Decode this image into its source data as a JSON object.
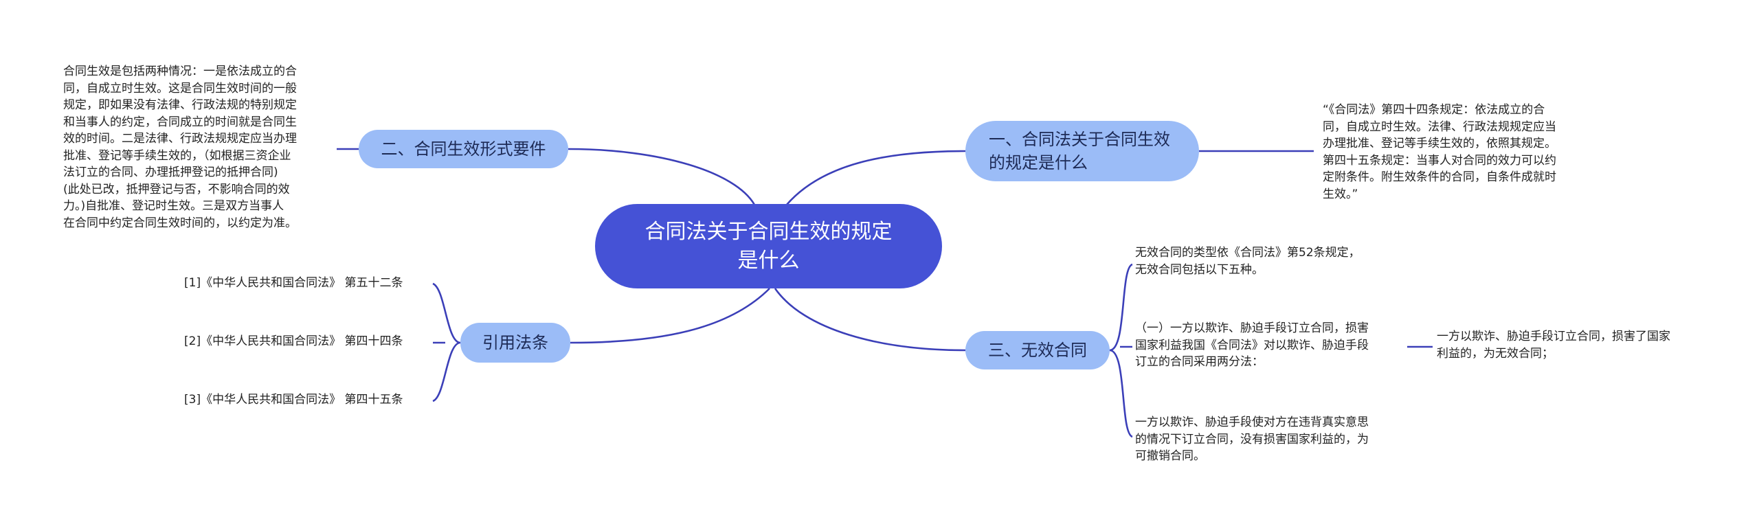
{
  "root": {
    "title": "合同法关于合同生效的规定是什么"
  },
  "branches": {
    "contract_rule": {
      "label": "一、合同法关于合同生效的规定是什么",
      "detail": "“《合同法》第四十四条规定：依法成立的合\n同，自成立时生效。法律、行政法规规定应当\n办理批准、登记等手续生效的，依照其规定。\n第四十五条规定：当事人对合同的效力可以约\n定附条件。附生效条件的合同，自条件成就时\n生效。”"
    },
    "form": {
      "label": "二、合同生效形式要件",
      "detail": "合同生效是包括两种情况：一是依法成立的合\n同，自成立时生效。这是合同生效时间的一般\n规定，即如果没有法律、行政法规的特别规定\n和当事人的约定，合同成立的时间就是合同生\n效的时间。二是法律、行政法规规定应当办理\n批准、登记等手续生效的，（如根据三资企业\n法订立的合同、办理抵押登记的抵押合同)\n(此处已改，抵押登记与否，不影响合同的效\n力。)自批准、登记时生效。三是双方当事人\n在合同中约定合同生效时间的，以约定为准。"
    },
    "cite": {
      "label": "引用法条",
      "items": [
        "[1]《中华人民共和国合同法》 第五十二条",
        "[2]《中华人民共和国合同法》 第四十四条",
        "[3]《中华人民共和国合同法》 第四十五条"
      ]
    },
    "invalid": {
      "label": "三、无效合同",
      "items": [
        "无效合同的类型依《合同法》第52条规定，\n无效合同包括以下五种。",
        "（一）一方以欺诈、胁迫手段订立合同，损害\n国家利益我国《合同法》对以欺诈、胁迫手段\n订立的合同采用两分法：",
        "一方以欺诈、胁迫手段使对方在违背真实意思\n的情况下订立合同，没有损害国家利益的，为\n可撤销合同。"
      ],
      "sub_detail": "一方以欺诈、胁迫手段订立合同，损害了国家\n利益的，为无效合同；"
    }
  },
  "colors": {
    "root_fill": "#4552d6",
    "branch_fill": "#9bbcf7",
    "connector": "#3b3fb8"
  }
}
